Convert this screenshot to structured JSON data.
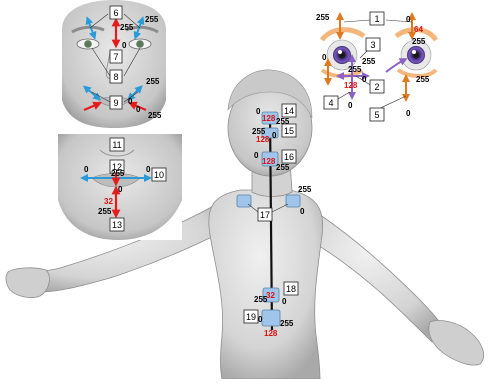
{
  "colors": {
    "skin": "#d9d9d9",
    "skin_shade": "#b3b3b3",
    "arrow_red": "#e51c1c",
    "arrow_blue": "#2a9bd8",
    "arrow_orange": "#e07a1f",
    "arrow_purple": "#8a63c4",
    "value_red": "#d11111",
    "joint_blue": "#9fc6ea"
  },
  "face_upper": {
    "boxes": [
      "6",
      "7",
      "8",
      "9"
    ],
    "values": {
      "v6_right": "255",
      "v6_mid": "255",
      "v7_right": "0",
      "v8_right": "255",
      "v8_mid": "0",
      "v9_right": "255",
      "v9_left": "0"
    }
  },
  "face_lower": {
    "boxes": [
      "11",
      "10",
      "12",
      "13"
    ],
    "values": {
      "mouth_left": "0",
      "mouth_mid": "255",
      "mouth_right": "0",
      "chin_top": "0",
      "chin_red": "32",
      "chin_bottom": "255"
    }
  },
  "eyes": {
    "boxes": [
      "1",
      "2",
      "3",
      "4",
      "5"
    ],
    "values": {
      "e1_left": "255",
      "e1_red": "64",
      "e1_right": "255",
      "e1_zero": "0",
      "e3_a": "255",
      "e3_b": "255",
      "e2_a": "255",
      "e2_b": "0",
      "e2_red": "128",
      "e4_zero": "0",
      "e5_zero": "0",
      "left_zero": "0"
    }
  },
  "body": {
    "boxes": [
      "14",
      "15",
      "16",
      "17",
      "18",
      "19"
    ],
    "values": {
      "b14_left": "0",
      "b14_red": "128",
      "b14_right": "255",
      "b15_left": "255",
      "b15_red": "128",
      "b15_right": "0",
      "b16_left": "0",
      "b16_red": "128",
      "b16_right": "255",
      "b17_right": "255",
      "b17_right2": "0",
      "b18_left": "255",
      "b18_red": "32",
      "b18_right": "0",
      "b19_left": "0",
      "b19_right": "255",
      "b19_red": "128"
    }
  }
}
